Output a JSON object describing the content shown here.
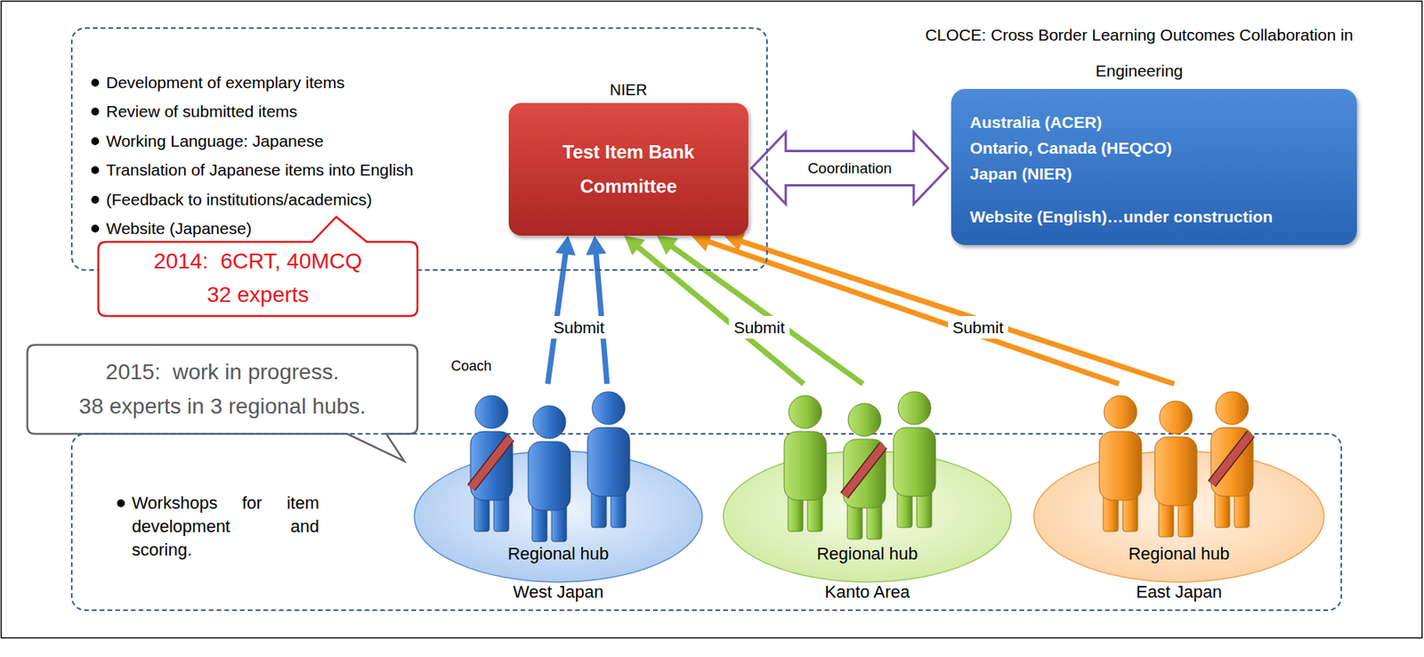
{
  "diagram": {
    "nodes": [
      {
        "text": [
          "Development of exemplary items",
          "Review of submitted items",
          "Working Language: Japanese",
          "Translation of Japanese items into English",
          "(Feedback to institutions/academics)",
          "Website (Japanese)"
        ]
      },
      {
        "text": [
          "NIER",
          "Test Item Bank Committee"
        ],
        "in": 0
      },
      {
        "text": [
          "CLOCE: Cross Border Learning Outcomes Collaboration in Engineering",
          "Australia (ACER)",
          "Ontario, Canada (HEQCO)",
          "Japan (NIER)",
          "Website (English)…under construction"
        ]
      },
      {
        "text": [
          "2014:  6CRT, 40MCQ",
          "32 experts"
        ]
      },
      {
        "text": [
          "2015:  work in progress.",
          "38 experts in 3 regional hubs."
        ]
      },
      {
        "text": [
          "Workshops for item development and scoring."
        ]
      },
      {
        "text": [
          "Regional hub",
          "West Japan"
        ],
        "in": 5
      },
      {
        "text": [
          "Regional hub",
          "Kanto Area"
        ],
        "in": 5
      },
      {
        "text": [
          "Regional hub",
          "East Japan"
        ],
        "in": 5
      }
    ],
    "edges": [
      {
        "from": 1,
        "to": 2,
        "arrow": "both",
        "label": "Coordination"
      },
      {
        "from": 6,
        "to": 1,
        "arrow": "to",
        "label": "Submit"
      },
      {
        "from": 6,
        "to": 1,
        "arrow": "to"
      },
      {
        "from": 7,
        "to": 1,
        "arrow": "to",
        "label": "Submit"
      },
      {
        "from": 7,
        "to": 1,
        "arrow": "to"
      },
      {
        "from": 8,
        "to": 1,
        "arrow": "to",
        "label": "Submit"
      },
      {
        "from": 8,
        "to": 1,
        "arrow": "to"
      }
    ],
    "labels": [
      "Coach"
    ]
  }
}
